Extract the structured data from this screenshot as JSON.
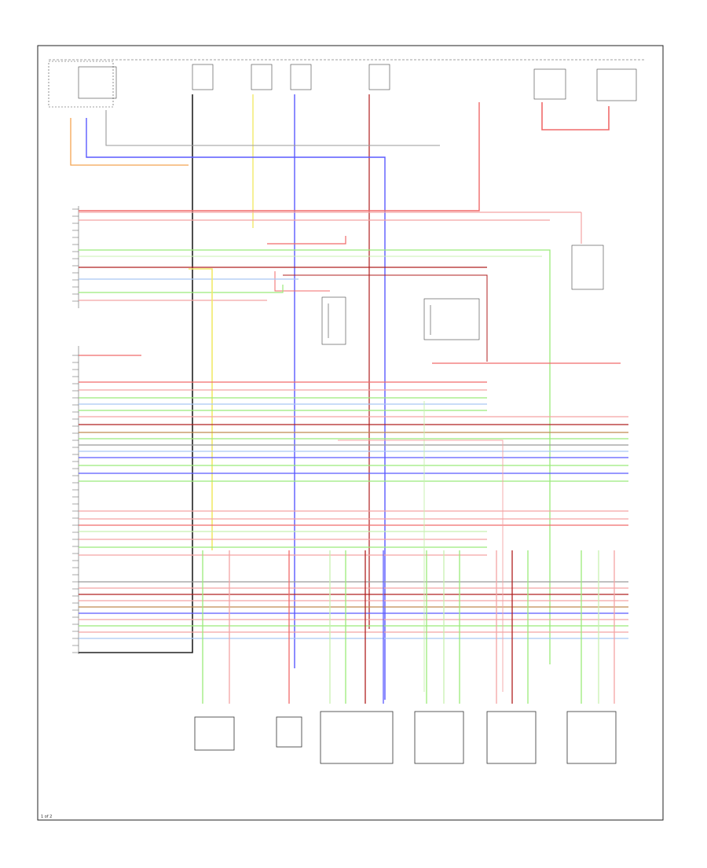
{
  "diagram": {
    "footer_code": "1 of 2"
  },
  "colors": {
    "red": "#f06a6a",
    "pink": "#f4a3a3",
    "orange": "#f3a552",
    "yellow": "#f2ea6a",
    "green": "#9bea7a",
    "lightgreen": "#c8f0b0",
    "blue": "#5a5aff",
    "lightblue": "#a9c7f4",
    "gray": "#9a9a9a",
    "black": "#222222",
    "brown": "#c08a50",
    "darkred": "#b02020"
  },
  "connectors": [
    {
      "id": "door-lock-switch"
    },
    {
      "id": "key-cylinder-switch"
    },
    {
      "id": "driver-door-actuator"
    },
    {
      "id": "lf-door-actuator"
    },
    {
      "id": "rf-door-actuator"
    },
    {
      "id": "rr-door-actuator"
    }
  ]
}
